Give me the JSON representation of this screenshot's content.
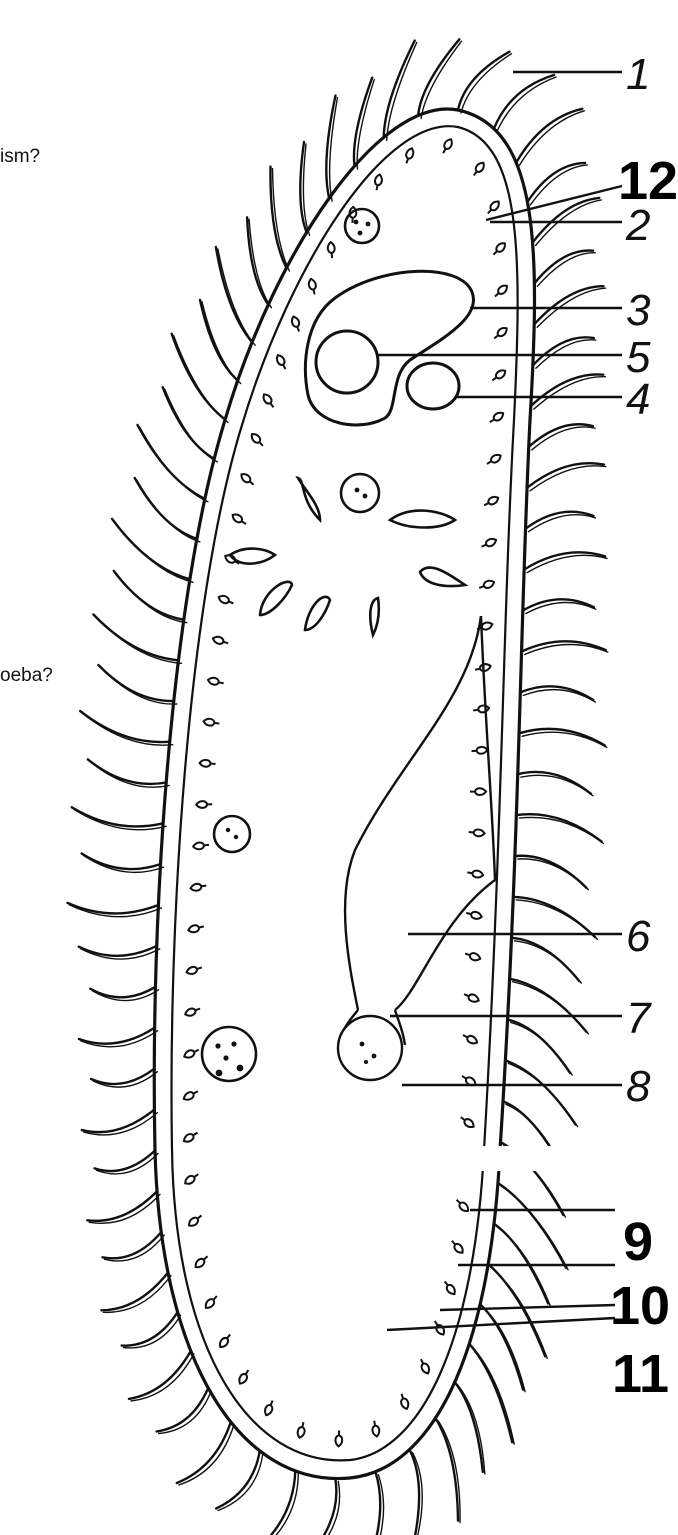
{
  "text_fragments": {
    "top": "ism?",
    "middle": "oeba?"
  },
  "labels": [
    {
      "id": "1",
      "text": "1",
      "style": "italic"
    },
    {
      "id": "2",
      "text": "2",
      "style": "italic"
    },
    {
      "id": "3",
      "text": "3",
      "style": "italic"
    },
    {
      "id": "4",
      "text": "4",
      "style": "italic"
    },
    {
      "id": "5",
      "text": "5",
      "style": "italic"
    },
    {
      "id": "6",
      "text": "6",
      "style": "italic"
    },
    {
      "id": "7",
      "text": "7",
      "style": "italic"
    },
    {
      "id": "8",
      "text": "8",
      "style": "italic"
    },
    {
      "id": "9",
      "text": "9",
      "style": "bold"
    },
    {
      "id": "10",
      "text": "10",
      "style": "bold"
    },
    {
      "id": "11",
      "text": "11",
      "style": "bold"
    },
    {
      "id": "12",
      "text": "12",
      "style": "bold"
    }
  ],
  "colors": {
    "ink": "#111111",
    "background": "#ffffff"
  }
}
